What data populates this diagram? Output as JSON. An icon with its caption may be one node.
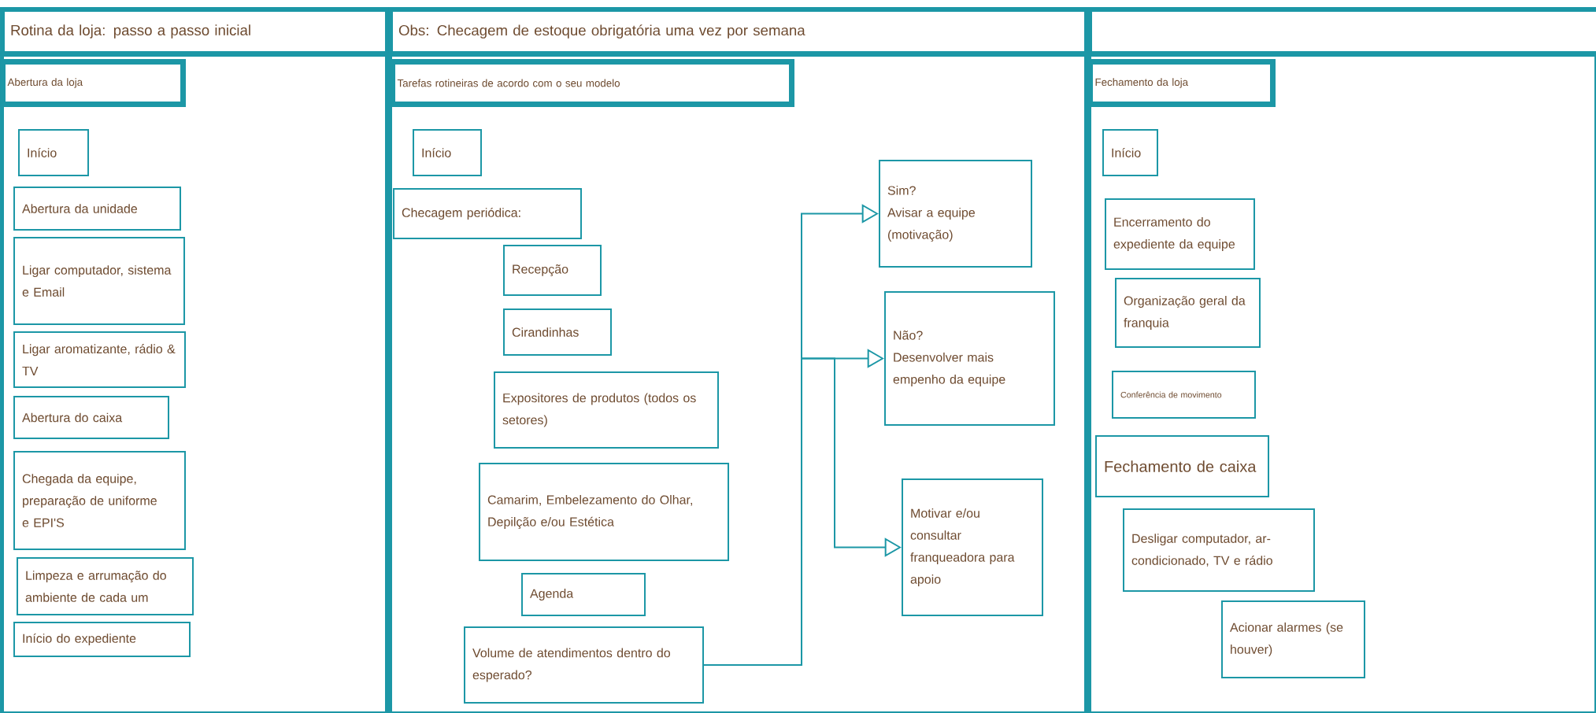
{
  "diagram": {
    "nodes": [
      {
        "text": [
          "Rotina da loja:  passo a passo inicial"
        ]
      },
      {
        "text": [
          "Obs: Checagem de estoque obrigatória uma vez por semana"
        ]
      },
      {
        "text": [],
        "shape": "box"
      },
      {
        "text": [],
        "shape": "box"
      },
      {
        "text": [
          "Abertura da loja"
        ],
        "in": 3
      },
      {
        "text": [
          "Início"
        ],
        "in": 3
      },
      {
        "text": [
          "Abertura da unidade"
        ],
        "in": 3
      },
      {
        "text": [
          "Ligar computador, sistema e Email"
        ],
        "in": 3
      },
      {
        "text": [
          "Ligar aromatizante, rádio & TV"
        ],
        "in": 3
      },
      {
        "text": [
          "Abertura do caixa"
        ],
        "in": 3
      },
      {
        "text": [
          "Chegada da equipe, preparação de uniforme e EPI'S"
        ],
        "in": 3
      },
      {
        "text": [
          "Limpeza e arrumação do ambiente de cada um"
        ],
        "in": 3
      },
      {
        "text": [
          "Início do expediente"
        ],
        "in": 3
      },
      {
        "text": [],
        "shape": "box"
      },
      {
        "text": [
          "Tarefas rotineiras de acordo com o seu modelo"
        ],
        "in": 13
      },
      {
        "text": [
          "Início"
        ],
        "in": 13
      },
      {
        "text": [
          "Checagem periódica:"
        ],
        "in": 13
      },
      {
        "text": [
          "Recepção"
        ],
        "in": 13
      },
      {
        "text": [
          "Cirandinhas"
        ],
        "in": 13
      },
      {
        "text": [
          "Expositores de produtos (todos os setores)"
        ],
        "in": 13
      },
      {
        "text": [
          "Camarim, Embelezamento do Olhar, Depilção e/ou Estética"
        ],
        "in": 13
      },
      {
        "text": [
          "Agenda"
        ],
        "in": 13
      },
      {
        "text": [
          "Volume de atendimentos dentro do esperado?"
        ],
        "in": 13
      },
      {
        "text": [
          "Sim?",
          "Avisar a equipe (motivação)"
        ],
        "in": 13
      },
      {
        "text": [
          "Não?",
          "Desenvolver mais empenho da equipe"
        ],
        "in": 13
      },
      {
        "text": [
          "Motivar e/ou consultar franqueadora para apoio"
        ],
        "in": 13
      },
      {
        "text": [],
        "shape": "box"
      },
      {
        "text": [
          "Fechamento da loja"
        ],
        "in": 26
      },
      {
        "text": [
          "Início"
        ],
        "in": 26
      },
      {
        "text": [
          "Encerramento do expediente da equipe"
        ],
        "in": 26
      },
      {
        "text": [
          "Organização geral da franquia"
        ],
        "in": 26
      },
      {
        "text": [
          "Conferência de movimento"
        ],
        "in": 26
      },
      {
        "text": [
          "Fechamento de caixa"
        ],
        "in": 26
      },
      {
        "text": [
          "Desligar computador, ar-condicionado, TV e rádio"
        ],
        "in": 26
      },
      {
        "text": [
          "Acionar alarmes (se houver)"
        ],
        "in": 26
      }
    ],
    "edges": [
      {
        "from": 22,
        "to": 23,
        "arrow": "to"
      },
      {
        "from": 22,
        "to": 24,
        "arrow": "to"
      },
      {
        "from": 22,
        "to": 25,
        "arrow": "to"
      }
    ]
  }
}
